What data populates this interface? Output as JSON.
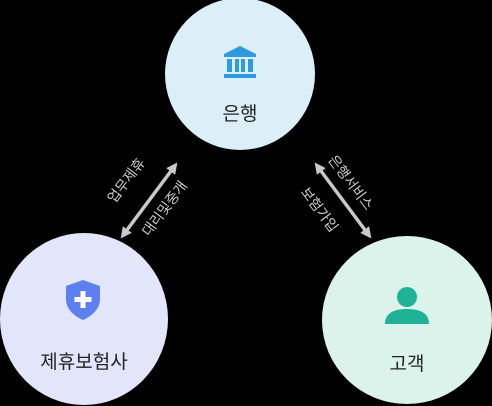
{
  "nodes": {
    "bank": {
      "label": "은행",
      "color": "#dceef8",
      "icon": "bank-icon",
      "icon_color": "#2c9be0"
    },
    "partner": {
      "label": "제휴보험사",
      "color": "#e3e6fb",
      "icon": "shield-plus-icon",
      "icon_color": "#5d7ff0"
    },
    "customer": {
      "label": "고객",
      "color": "#dcf3ec",
      "icon": "person-icon",
      "icon_color": "#20b296"
    }
  },
  "edges": {
    "bank_partner": {
      "outer_label": "업무제휴",
      "inner_label": "대리및중개"
    },
    "bank_customer": {
      "outer_label": "은행서비스",
      "inner_label": "보험가입"
    }
  },
  "arrow_color": "#c9c9c9"
}
